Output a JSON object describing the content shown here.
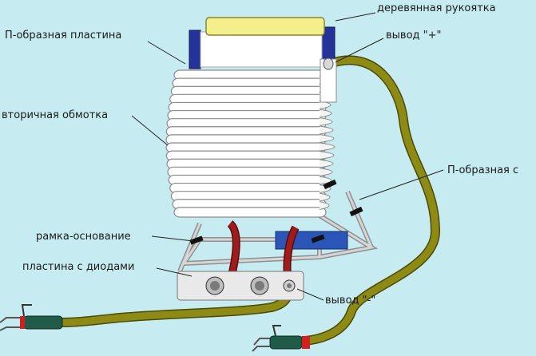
{
  "labels": {
    "wooden_handle": "деревянная рукоятка",
    "u_plate_top": "П-образная пластина",
    "output_plus": "вывод \"+\"",
    "secondary_winding": "вторичная обмотка",
    "u_plate_right": "П-образная с",
    "frame_base": "рамка-основание",
    "diode_plate": "пластина с диодами",
    "output_minus": "вывод \"-\""
  },
  "colors": {
    "background": "#c6ecf2",
    "handle": "#f3f08c",
    "u_plate": "#23339a",
    "coil": "#ffffff",
    "coil_stroke": "#8a8a8a",
    "cable": "#8d8a16",
    "cable_edge": "#4c4a05",
    "diode_bus": "#9e1c1c",
    "diode_plate": "#e9e9e9",
    "frame": "#c2c2c2",
    "base_block": "#2c55b8",
    "grip": "#1f5b47",
    "grip_band": "#d41f1f"
  }
}
